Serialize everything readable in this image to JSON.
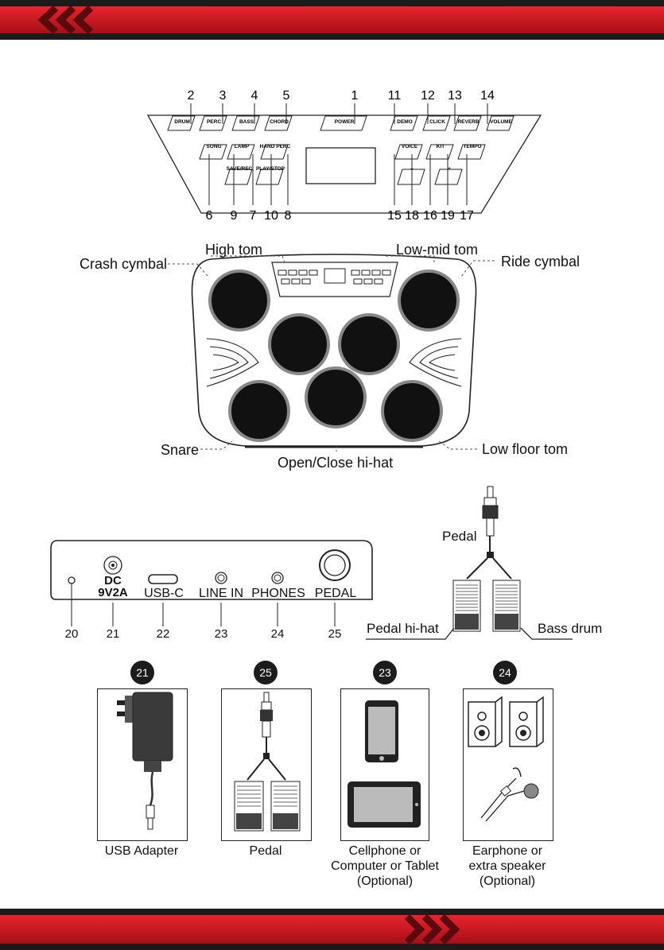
{
  "panel": {
    "top_numbers": [
      "2",
      "3",
      "4",
      "5",
      "1",
      "11",
      "12",
      "13",
      "14"
    ],
    "bottom_numbers": [
      "6",
      "9",
      "7",
      "10",
      "8",
      "15",
      "18",
      "16",
      "19",
      "17"
    ],
    "row1": [
      "DRUM",
      "PERC",
      "BASS",
      "CHORD",
      "POWER",
      "DEMO",
      "CLICK",
      "REVERB",
      "VOLUME"
    ],
    "row2": [
      "SONG",
      "LAMP",
      "HAND PERC",
      "VOICE",
      "KIT",
      "TEMPO"
    ],
    "row3": [
      "SAVE/REC",
      "PLAY/STOP",
      "–",
      "+"
    ]
  },
  "drum": {
    "high_tom": "High tom",
    "low_mid_tom": "Low-mid tom",
    "crash_cymbal": "Crash cymbal",
    "ride_cymbal": "Ride cymbal",
    "snare": "Snare",
    "hihat": "Open/Close hi-hat",
    "low_floor_tom": "Low floor tom"
  },
  "rear": {
    "ports": [
      "DC\n9V2A",
      "USB-C",
      "LINE IN",
      "PHONES",
      "PEDAL"
    ],
    "numbers": [
      "20",
      "21",
      "22",
      "23",
      "24",
      "25"
    ]
  },
  "pedal": {
    "title": "Pedal",
    "left": "Pedal hi-hat",
    "right": "Bass drum"
  },
  "accessories": [
    {
      "badge": "21",
      "caption": "USB Adapter"
    },
    {
      "badge": "25",
      "caption": "Pedal"
    },
    {
      "badge": "23",
      "caption": "Cellphone or\nComputer or Tablet\n(Optional)"
    },
    {
      "badge": "24",
      "caption": "Earphone or\nextra speaker\n(Optional)"
    }
  ],
  "colors": {
    "accent": "#d71a22",
    "dark": "#1b1b1b"
  }
}
